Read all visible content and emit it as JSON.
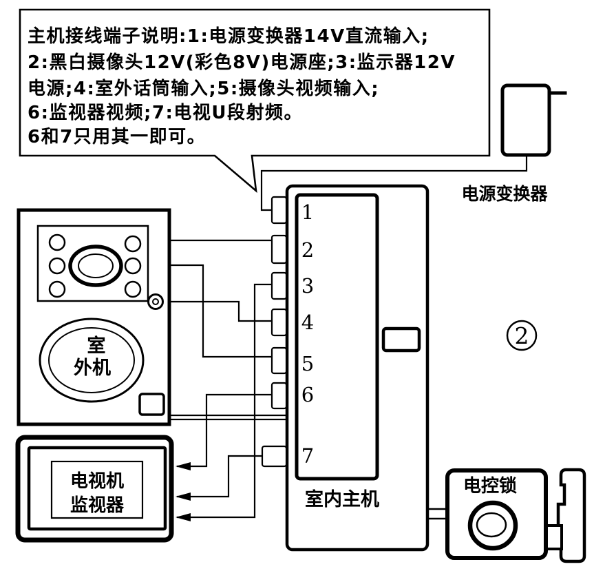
{
  "figure": {
    "number": "2"
  },
  "callout": {
    "lines": [
      "主机接线端子说明:1:电源变换器14V直流输入;",
      "2:黑白摄像头12V(彩色8V)电源座;3:监示器12V",
      "电源;4:室外话筒输入;5:摄像头视频输入;",
      "6:监视器视频;7:电视U段射频。",
      "6和7只用其一即可。"
    ]
  },
  "components": {
    "power_converter": {
      "label": "电源变换器"
    },
    "indoor_unit": {
      "label": "室内主机",
      "terminals": [
        "1",
        "2",
        "3",
        "4",
        "5",
        "6",
        "7"
      ]
    },
    "outdoor_unit": {
      "label_line1": "室",
      "label_line2": "外机"
    },
    "tv_monitor": {
      "label_line1": "电视机",
      "label_line2": "监视器"
    },
    "electric_lock": {
      "label": "电控锁"
    }
  },
  "colors": {
    "ink": "#000000",
    "paper": "#ffffff"
  }
}
